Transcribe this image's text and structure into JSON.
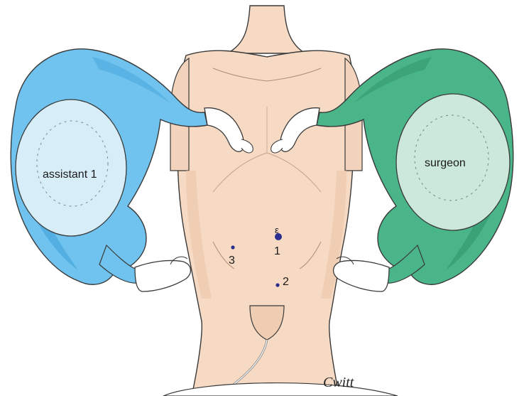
{
  "labels": {
    "assistant": "assistant 1",
    "surgeon": "surgeon",
    "signature": "Cwitt"
  },
  "ports": [
    {
      "label": "1",
      "kind": "umbilical",
      "size": "large",
      "marker": "ε"
    },
    {
      "label": "2",
      "kind": "working",
      "size": "small"
    },
    {
      "label": "3",
      "kind": "working",
      "size": "small"
    }
  ],
  "colors": {
    "skin": "#f6dac4",
    "skin_shadow": "#eec9ac",
    "assistant_gown": "#6fc3ee",
    "assistant_gown_dark": "#3d9fd8",
    "assistant_cap": "#d7edf8",
    "surgeon_gown": "#49b588",
    "surgeon_gown_dark": "#2f8f69",
    "surgeon_cap": "#cbe8da",
    "port_dot": "#2a2f8f",
    "outline": "#3a3a3a"
  }
}
